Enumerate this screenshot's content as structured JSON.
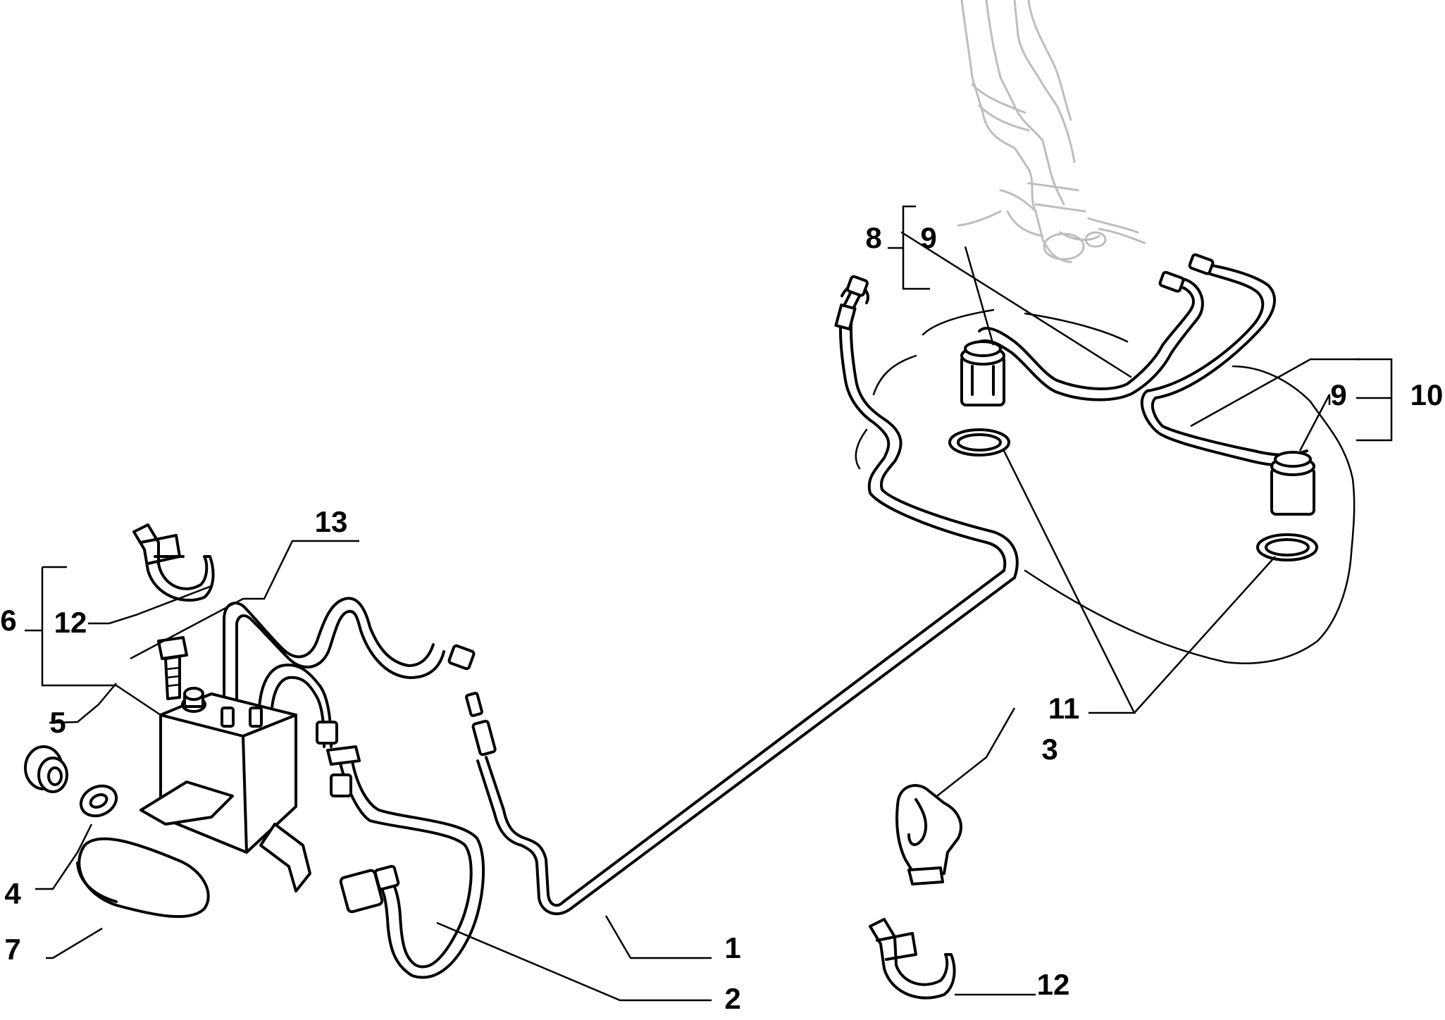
{
  "labels": {
    "l1": "1",
    "l2": "2",
    "l3": "3",
    "l4": "4",
    "l5": "5",
    "l6": "6",
    "l7": "7",
    "l8": "8",
    "l9a": "9",
    "l9b": "9",
    "l10": "10",
    "l11": "11",
    "l12a": "12",
    "l12b": "12",
    "l13": "13"
  },
  "colors": {
    "line": "#000000",
    "ghost": "#bdbdbd",
    "background": "#ffffff"
  }
}
